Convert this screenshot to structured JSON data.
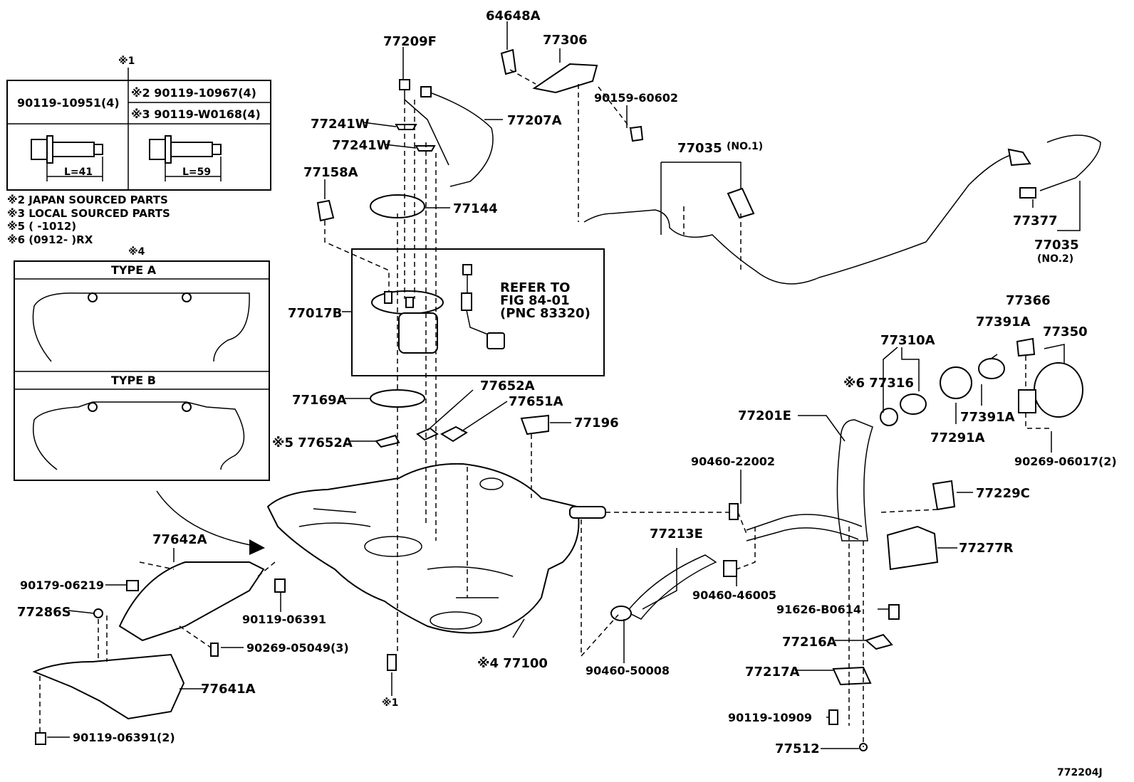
{
  "figure_code": "772204J",
  "bolt_table": {
    "marker": "※1",
    "left": {
      "part": "90119-10951(4)",
      "length": "L=41"
    },
    "right_top": {
      "part": "※2 90119-10967(4)"
    },
    "right_bottom": {
      "part": "※3 90119-W0168(4)",
      "length": "L=59"
    }
  },
  "notes": [
    "※2 JAPAN SOURCED PARTS",
    "※3 LOCAL SOURCED PARTS",
    "※5 (      -1012)",
    "※6 (0912-      )RX"
  ],
  "type_table": {
    "marker": "※4",
    "type_a": "TYPE  A",
    "type_b": "TYPE  B"
  },
  "refer": {
    "line1": "REFER TO",
    "line2": "FIG 84-01",
    "line3": "(PNC 83320)"
  },
  "labels": {
    "p64648A": "64648A",
    "p77306": "77306",
    "p77209F": "77209F",
    "p90159_60602": "90159-60602",
    "p77207A": "77207A",
    "p77241W_a": "77241W",
    "p77241W_b": "77241W",
    "p77035_1": "77035",
    "p77035_1_sub": "(NO.1)",
    "p77158A": "77158A",
    "p77144": "77144",
    "p77017B": "77017B",
    "p77377": "77377",
    "p77035_2": "77035",
    "p77035_2_sub": "(NO.2)",
    "p77366": "77366",
    "p77391A_a": "77391A",
    "p77350": "77350",
    "p77310A": "77310A",
    "p77316": "※6 77316",
    "p77169A": "77169A",
    "p77652A_a": "77652A",
    "p77651A": "77651A",
    "p77196": "77196",
    "p77201E": "77201E",
    "p77652A_b": "※5 77652A",
    "p90460_22002": "90460-22002",
    "p77391A_b": "77391A",
    "p77291A": "77291A",
    "p90269_06017": "90269-06017(2)",
    "p77229C": "77229C",
    "p77642A": "77642A",
    "p77213E": "77213E",
    "p77277R": "77277R",
    "p90179_06219": "90179-06219",
    "p77286S": "77286S",
    "p90119_06391": "90119-06391",
    "p90460_46005": "90460-46005",
    "p91626_B0614": "91626-B0614",
    "p90269_05049": "90269-05049(3)",
    "p77216A": "77216A",
    "p77100": "※4 77100",
    "p90460_50008": "90460-50008",
    "p77217A": "77217A",
    "p77641A": "77641A",
    "p90119_10909": "90119-10909",
    "p90119_06391_2": "90119-06391(2)",
    "p77512": "77512",
    "bolt_ref": "※1"
  }
}
